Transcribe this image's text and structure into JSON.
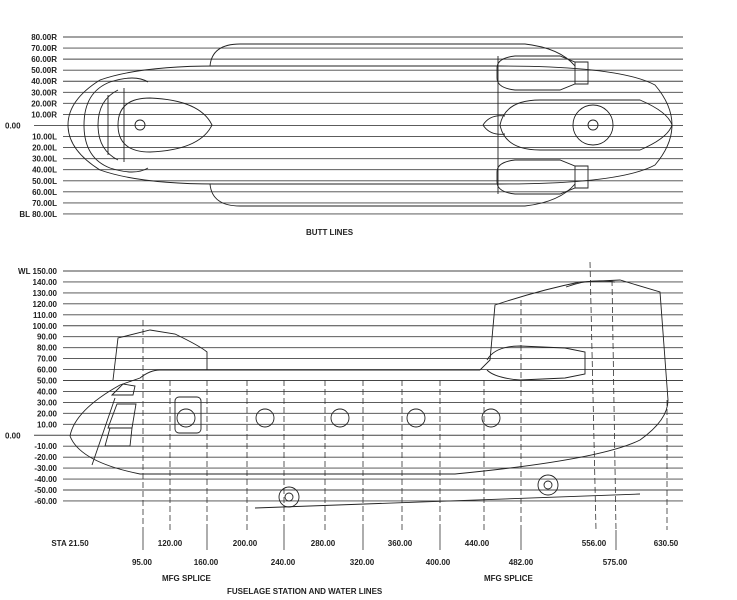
{
  "top_view": {
    "title": "BUTT LINES",
    "butt_line_labels": [
      "80.00R",
      "70.00R",
      "60.00R",
      "50.00R",
      "40.00R",
      "30.00R",
      "20.00R",
      "10.00R",
      "0.00",
      "10.00L",
      "20.00L",
      "30.00L",
      "40.00L",
      "50.00L",
      "60.00L",
      "70.00L",
      "BL 80.00L"
    ]
  },
  "side_view": {
    "title": "FUSELAGE STATION AND WATER LINES",
    "water_line_labels": [
      "WL 150.00",
      "140.00",
      "130.00",
      "120.00",
      "110.00",
      "100.00",
      "90.00",
      "80.00",
      "70.00",
      "60.00",
      "50.00",
      "40.00",
      "30.00",
      "20.00",
      "10.00",
      "0.00",
      "-10.00",
      "-20.00",
      "-30.00",
      "-40.00",
      "-50.00",
      "-60.00"
    ],
    "station_labels_row1": [
      "STA 21.50",
      "120.00",
      "200.00",
      "280.00",
      "360.00",
      "440.00",
      "556.00",
      "630.50"
    ],
    "station_labels_row2": [
      "95.00",
      "160.00",
      "240.00",
      "320.00",
      "400.00",
      "482.00",
      "575.00"
    ],
    "splice_labels": [
      "MFG SPLICE",
      "MFG SPLICE"
    ]
  }
}
